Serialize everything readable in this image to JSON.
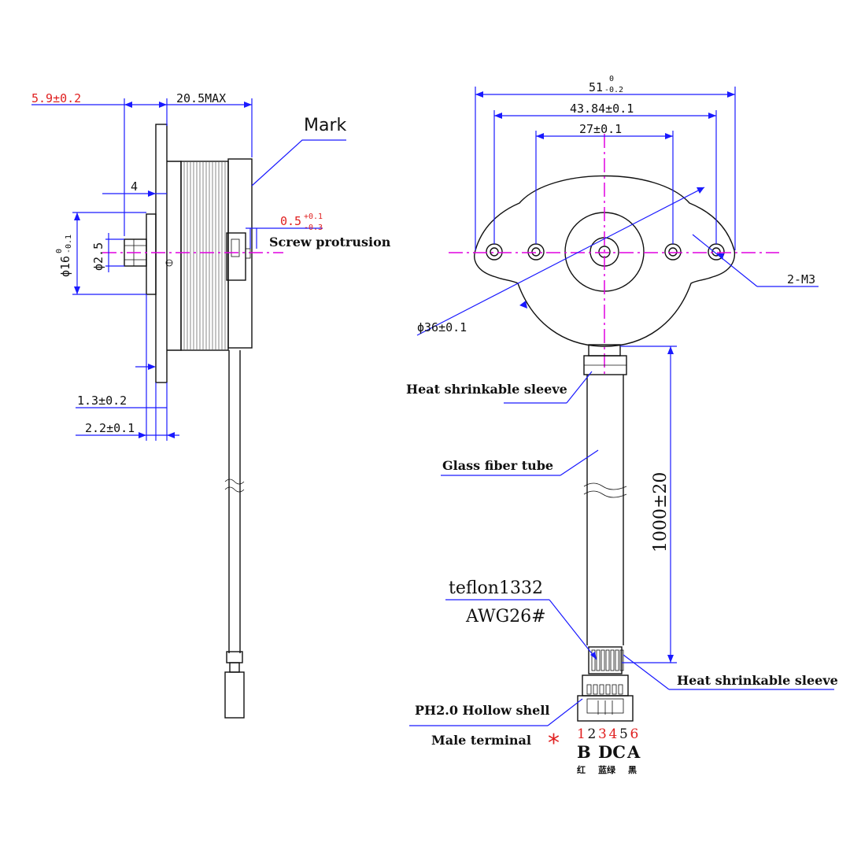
{
  "side_view": {
    "dim_5_9": "5.9±0.2",
    "dim_20_5": "20.5MAX",
    "label_mark": "Mark",
    "dim_4": "4",
    "dim_0_5_main": "0.5",
    "dim_0_5_upper": "+0.1",
    "dim_0_5_lower": "-0.3",
    "label_screw": "Screw protrusion",
    "dim_d16_main": "ϕ16",
    "dim_d16_upper": "0",
    "dim_d16_lower": "-0.1",
    "dim_d2_5": "ϕ2.5",
    "dim_1_3": "1.3±0.2",
    "dim_2_2": "2.2±0.1"
  },
  "front_view": {
    "dim_51_main": "51",
    "dim_51_upper": "0",
    "dim_51_lower": "-0.2",
    "dim_43_84": "43.84±0.1",
    "dim_27": "27±0.1",
    "dim_d36": "ϕ36±0.1",
    "label_2m3": "2-M3",
    "label_heat_sleeve_top": "Heat shrinkable sleeve",
    "label_glass_tube": "Glass fiber tube",
    "dim_1000": "1000±20",
    "label_teflon": "teflon1332",
    "label_awg": "AWG26#",
    "label_heat_sleeve_bottom": "Heat shrinkable sleeve",
    "label_ph20": "PH2.0 Hollow shell",
    "label_male": "Male terminal",
    "asterisk": "*"
  },
  "pins": {
    "numbers": [
      "1",
      "2",
      "3",
      "4",
      "5",
      "6"
    ],
    "number_colors": [
      "#e02020",
      "#111111",
      "#e02020",
      "#e02020",
      "#111111",
      "#e02020"
    ],
    "name_b": "B",
    "name_dc": "DC",
    "name_a": "A",
    "cn_b": "红",
    "cn_dc": "蓝绿",
    "cn_a": "黑"
  },
  "colors": {
    "dimension_line": "#1a1aff",
    "center_line": "#e000e0",
    "highlight": "#e02020"
  }
}
